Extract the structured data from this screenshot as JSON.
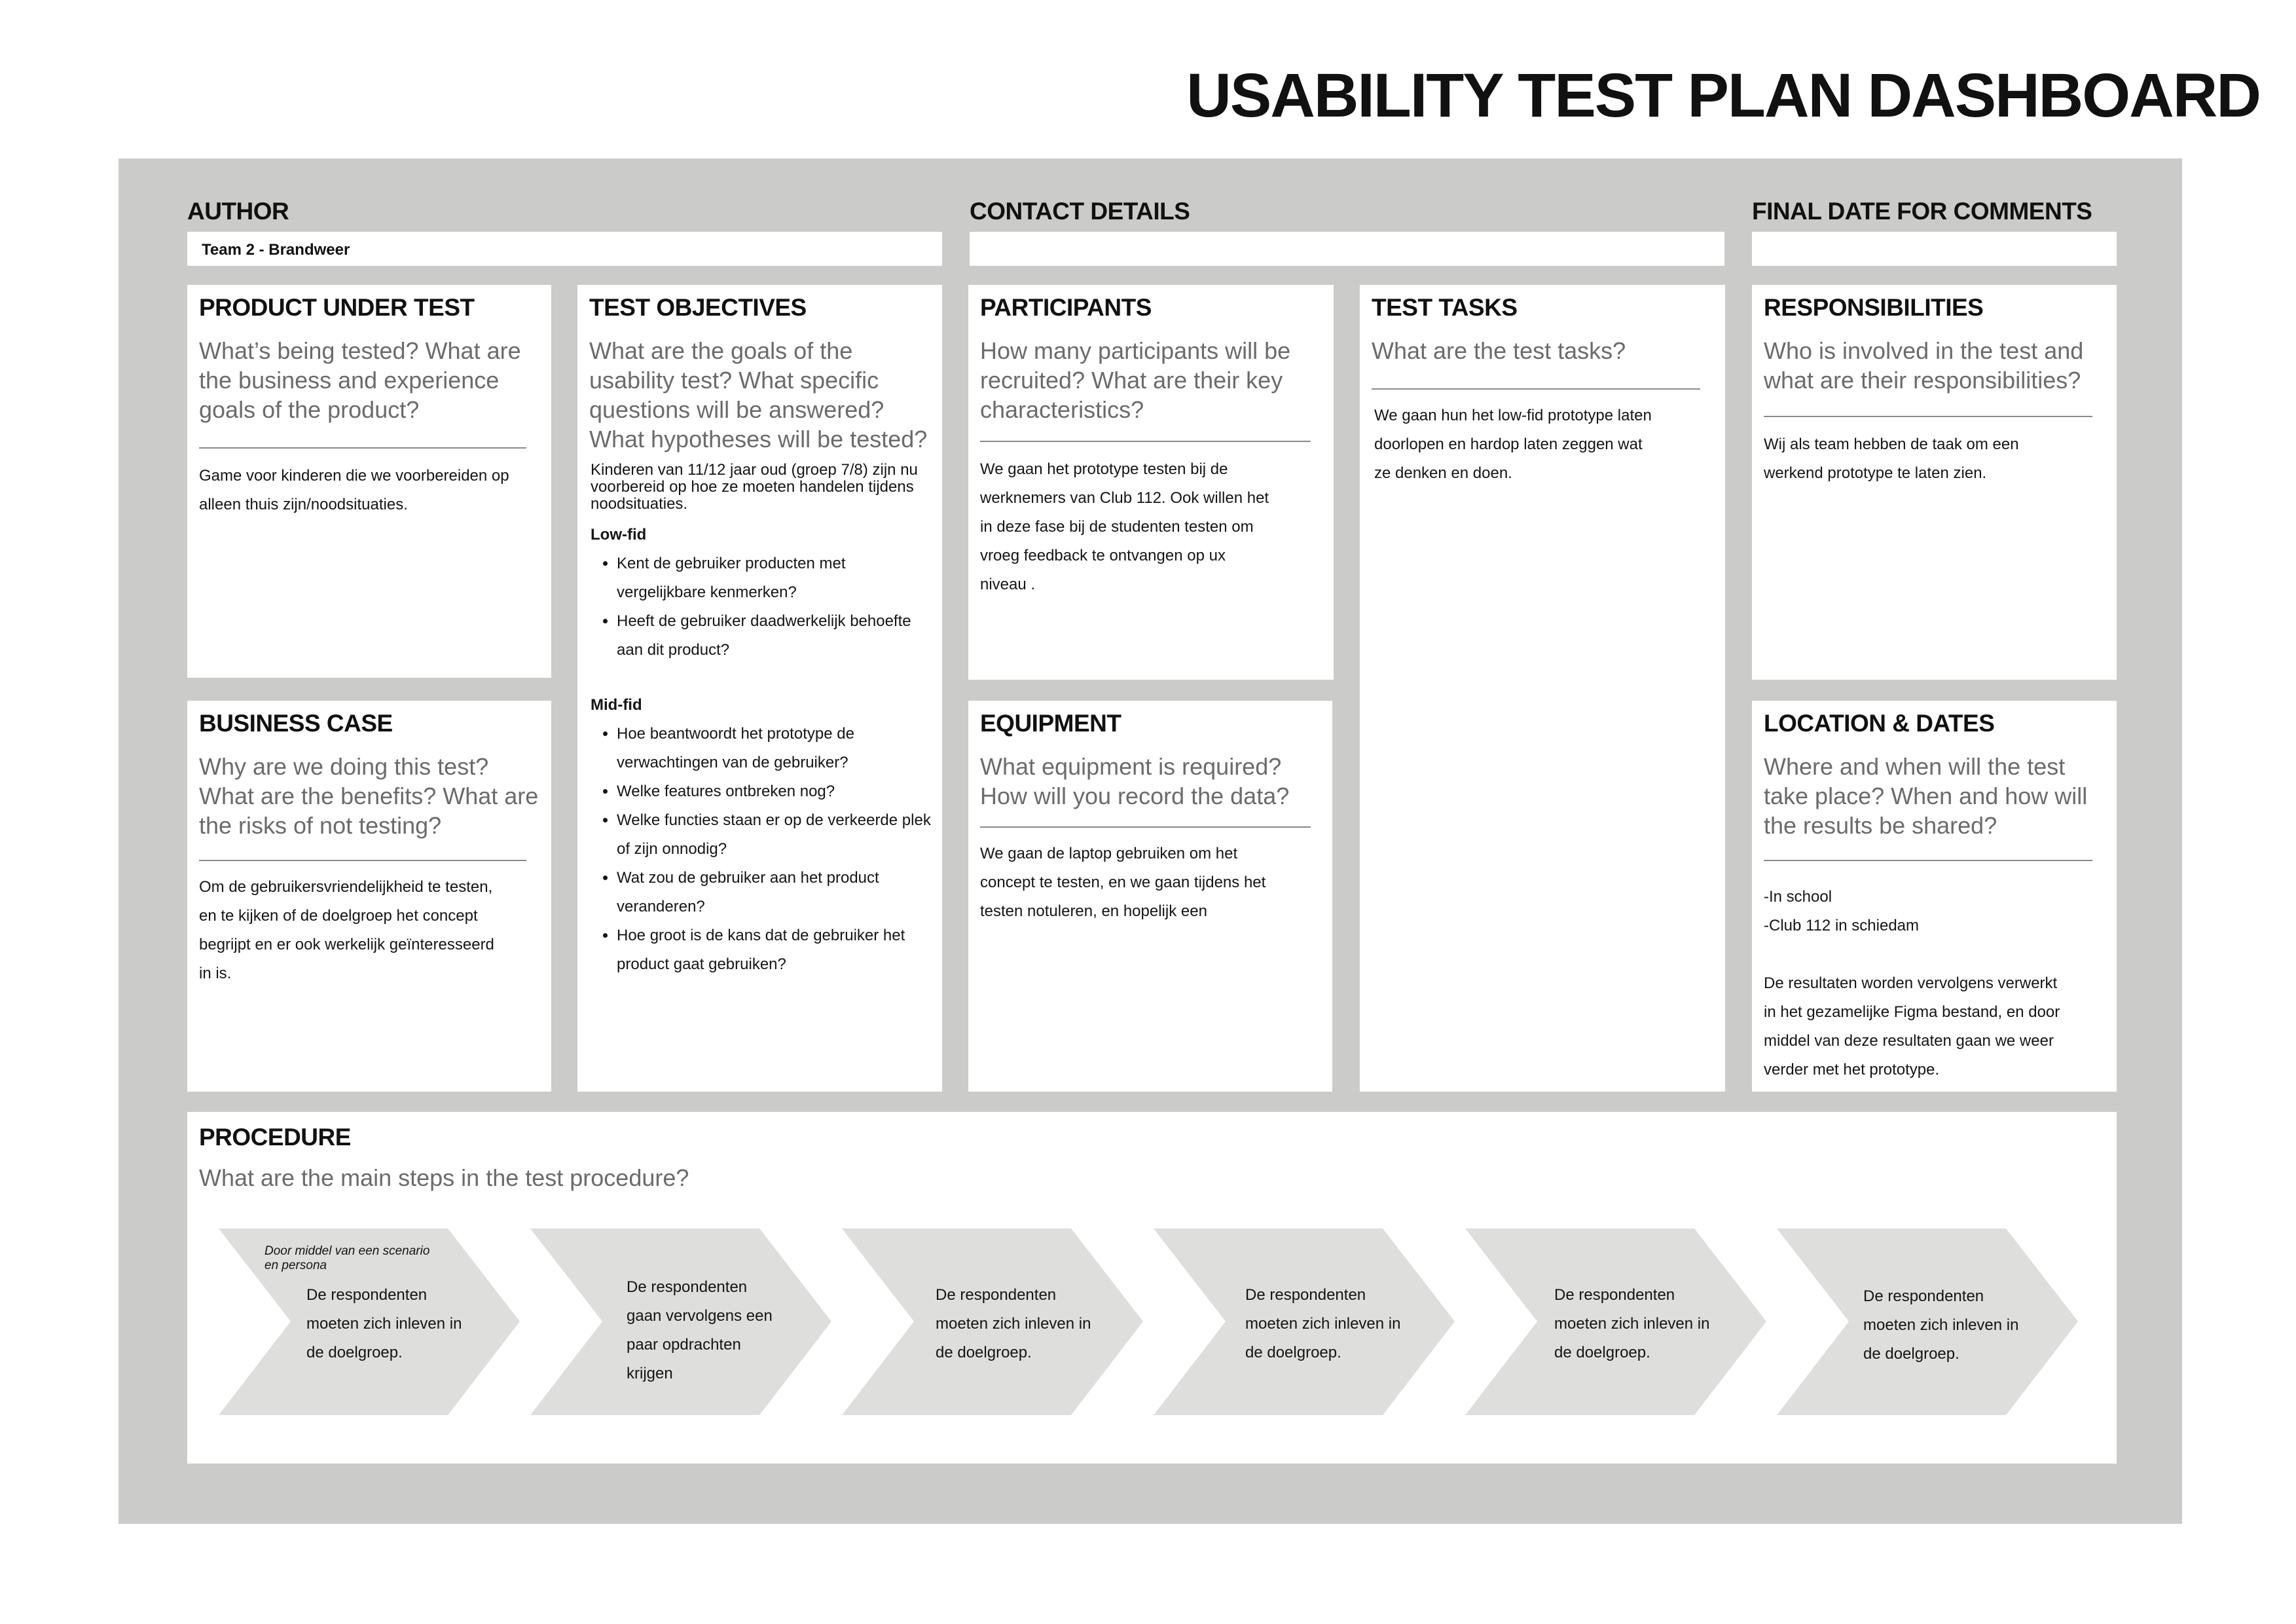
{
  "title": "USABILITY TEST PLAN DASHBOARD",
  "header": {
    "author_label": "AUTHOR",
    "author_value": "Team 2 - Brandweer",
    "contact_label": "CONTACT DETAILS",
    "contact_value": "",
    "final_date_label": "FINAL DATE FOR COMMENTS",
    "final_date_value": ""
  },
  "product": {
    "title": "PRODUCT UNDER TEST",
    "question": "What’s being tested? What are the business and experience goals of the product?",
    "lines": [
      "Game voor kinderen die we voorbereiden op",
      "alleen thuis zijn/noodsituaties."
    ]
  },
  "objectives": {
    "title": "TEST OBJECTIVES",
    "question": "What are the goals of the usability test? What specific questions will be answered? What hypotheses will be tested?",
    "intro": "Kinderen van 11/12 jaar oud (groep 7/8) zijn nu voorbereid op hoe ze moeten handelen tijdens noodsituaties.",
    "lowfid_label": "Low-fid",
    "lowfid_items": [
      "Kent de gebruiker producten met vergelijkbare kenmerken?",
      "Heeft de gebruiker daadwerkelijk behoefte aan dit product?"
    ],
    "midfid_label": "Mid-fid",
    "midfid_items": [
      "Hoe beantwoordt het prototype de verwachtingen van de gebruiker?",
      "Welke features ontbreken nog?",
      "Welke functies staan er op de verkeerde plek of zijn onnodig?",
      "Wat zou de gebruiker aan het product veranderen?",
      "Hoe groot is de kans dat de gebruiker het product gaat gebruiken?"
    ]
  },
  "participants": {
    "title": "PARTICIPANTS",
    "question": "How many participants will be recruited? What are their key characteristics?",
    "lines": [
      "We gaan het prototype testen bij de",
      "werknemers van Club 112. Ook willen het",
      "in deze fase bij de studenten testen om",
      "vroeg feedback te ontvangen op ux",
      "niveau ."
    ]
  },
  "tasks": {
    "title": "TEST TASKS",
    "question": "What are the test tasks?",
    "lines": [
      "We gaan hun het low-fid prototype laten",
      "doorlopen en hardop laten zeggen wat",
      "ze denken en doen."
    ]
  },
  "responsibilities": {
    "title": "RESPONSIBILITIES",
    "question": "Who is involved in the test and what are their responsibilities?",
    "lines": [
      "Wij als team hebben de taak om een",
      "werkend prototype te laten zien."
    ]
  },
  "business": {
    "title": "BUSINESS CASE",
    "question": "Why are we doing this test? What are the benefits? What are the risks of not testing?",
    "lines": [
      "Om de gebruikersvriendelijkheid te testen,",
      "en te kijken of de doelgroep het concept",
      "begrijpt en er ook werkelijk geïnteresseerd",
      "in is."
    ]
  },
  "equipment": {
    "title": "EQUIPMENT",
    "question": "What equipment is required? How will you record the data?",
    "lines": [
      "We gaan de laptop gebruiken om het",
      "concept te testen, en we gaan tijdens het",
      "testen notuleren, en hopelijk een"
    ]
  },
  "location": {
    "title": "LOCATION & DATES",
    "question": "Where and when will the test take place? When and how will the results be shared?",
    "lines": [
      "-In school",
      "-Club 112 in schiedam",
      "",
      "De resultaten worden vervolgens verwerkt",
      "in het gezamelijke Figma bestand, en door",
      "middel van deze resultaten gaan we weer",
      "verder met het prototype."
    ]
  },
  "procedure": {
    "title": "PROCEDURE",
    "question": "What are the main steps in the test procedure?",
    "note": [
      "Door middel van een scenario",
      "en persona"
    ],
    "steps": [
      [
        "De respondenten",
        "moeten zich inleven in",
        "de doelgroep."
      ],
      [
        "De respondenten",
        "gaan vervolgens een",
        "paar opdrachten",
        "krijgen"
      ],
      [
        "De respondenten",
        "moeten zich inleven in",
        "de doelgroep."
      ],
      [
        "De respondenten",
        "moeten zich inleven in",
        "de doelgroep."
      ],
      [
        "De respondenten",
        "moeten zich inleven in",
        "de doelgroep."
      ],
      [
        "De respondenten",
        "moeten zich inleven in",
        "de doelgroep."
      ]
    ]
  }
}
